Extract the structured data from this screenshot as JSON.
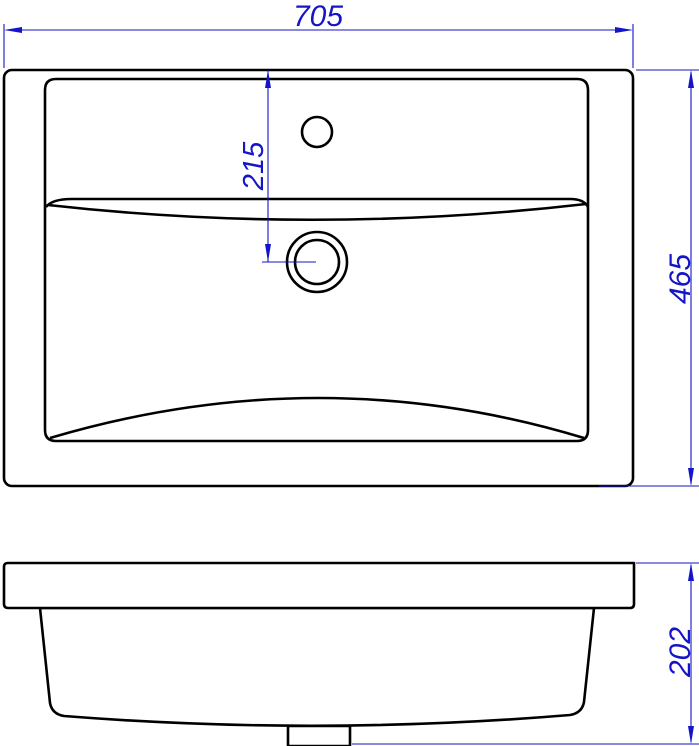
{
  "dimensions": {
    "width": "705",
    "depth": "465",
    "tap_hole_offset": "215",
    "height": "202"
  },
  "colors": {
    "outline": "#000000",
    "dimension": "#1414c8",
    "background": "#ffffff"
  }
}
